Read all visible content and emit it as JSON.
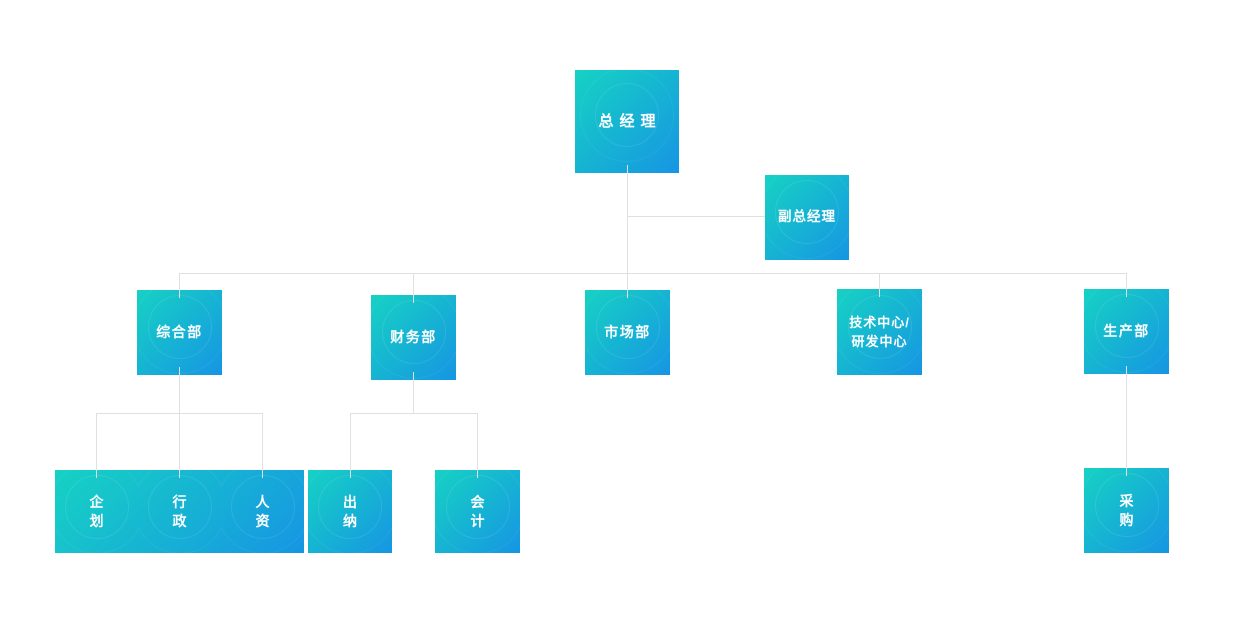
{
  "colors": {
    "background": "#ffffff",
    "box_gradient_start": "#16d2c3",
    "box_gradient_end": "#1695e3",
    "connector": "#e0e0e0",
    "node_text": "#ffffff"
  },
  "org_chart": {
    "root": {
      "label": "总经理"
    },
    "deputy": {
      "label": "副总经理"
    },
    "level2": [
      {
        "label": "综合部"
      },
      {
        "label": "财务部"
      },
      {
        "label": "市场部"
      },
      {
        "label_line1": "技术中心/",
        "label_line2": "研发中心"
      },
      {
        "label": "生产部"
      }
    ],
    "level3": {
      "general_children": [
        {
          "label": "企划"
        },
        {
          "label": "行政"
        },
        {
          "label": "人资"
        }
      ],
      "finance_children": [
        {
          "label": "出纳"
        },
        {
          "label": "会计"
        }
      ],
      "production_children": [
        {
          "label": "采购"
        }
      ]
    }
  }
}
